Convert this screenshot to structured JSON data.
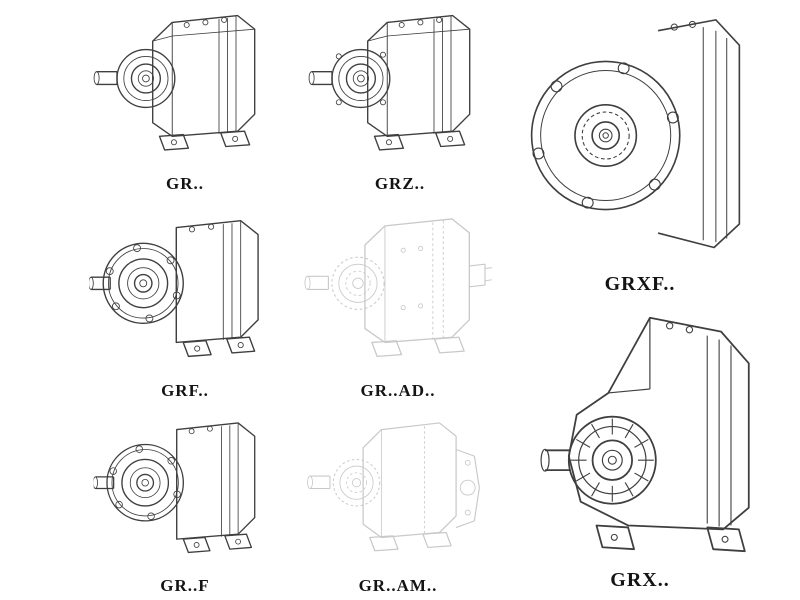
{
  "page": {
    "background": "#ffffff",
    "description_labels_only": true
  },
  "catalog": {
    "colors": {
      "line_dark": "#3f3f3f",
      "line_ghost": "#c9c9c9",
      "label": "#141414"
    },
    "items": [
      {
        "id": "gr",
        "label": "GR..",
        "style": "solid",
        "drawing": "helical-gearbox-foot-mounted"
      },
      {
        "id": "grz",
        "label": "GRZ..",
        "style": "solid",
        "drawing": "helical-gearbox-foot-mounted-z"
      },
      {
        "id": "grxf",
        "label": "GRXF..",
        "style": "solid",
        "drawing": "helical-gearbox-large-output-flange"
      },
      {
        "id": "grf",
        "label": "GRF..",
        "style": "solid",
        "drawing": "helical-gearbox-flange-mounted"
      },
      {
        "id": "grad",
        "label": "GR..AD..",
        "style": "ghost",
        "drawing": "helical-gearbox-input-adapter"
      },
      {
        "id": "grfoot",
        "label": "GR..F",
        "style": "solid",
        "drawing": "helical-gearbox-flange-and-foot"
      },
      {
        "id": "gram",
        "label": "GR..AM..",
        "style": "ghost",
        "drawing": "helical-gearbox-motor-adapter-flange"
      },
      {
        "id": "grx",
        "label": "GRX..",
        "style": "solid",
        "drawing": "helical-gearbox-large-foot-mounted"
      }
    ]
  }
}
